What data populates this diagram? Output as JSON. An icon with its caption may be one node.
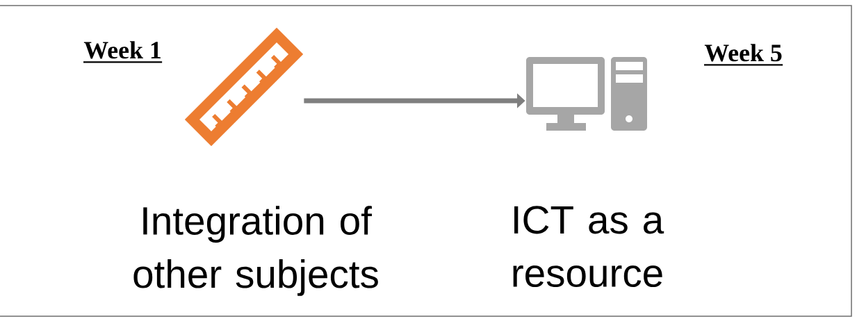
{
  "diagram": {
    "nodes": [
      {
        "text": [],
        "shape": "picture",
        "beside": [
          "Integration of other subjects"
        ]
      },
      {
        "text": [],
        "shape": "picture",
        "beside": [
          "ICT as a resource"
        ]
      }
    ],
    "edges": [
      {
        "from": 0,
        "to": 1,
        "arrow": "to"
      }
    ],
    "labels": [
      "Week 1",
      "Week 5"
    ]
  }
}
